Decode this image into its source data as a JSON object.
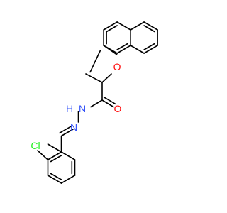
{
  "atoms": {
    "o_ether": {
      "text": "O",
      "color": "#ff0d0d"
    },
    "o_carbonyl": {
      "text": "O",
      "color": "#ff0d0d"
    },
    "nh": {
      "text": "H",
      "color": "#3050f8"
    },
    "n_amide": {
      "text": "N",
      "color": "#3050f8"
    },
    "n_imine": {
      "text": "N",
      "color": "#3050f8"
    },
    "cl": {
      "text": "Cl",
      "color": "#1ff01f"
    }
  },
  "colors": {
    "bond": "#000000",
    "oxygen": "#ff0d0d",
    "nitrogen": "#3050f8",
    "chlorine": "#1ff01f"
  }
}
